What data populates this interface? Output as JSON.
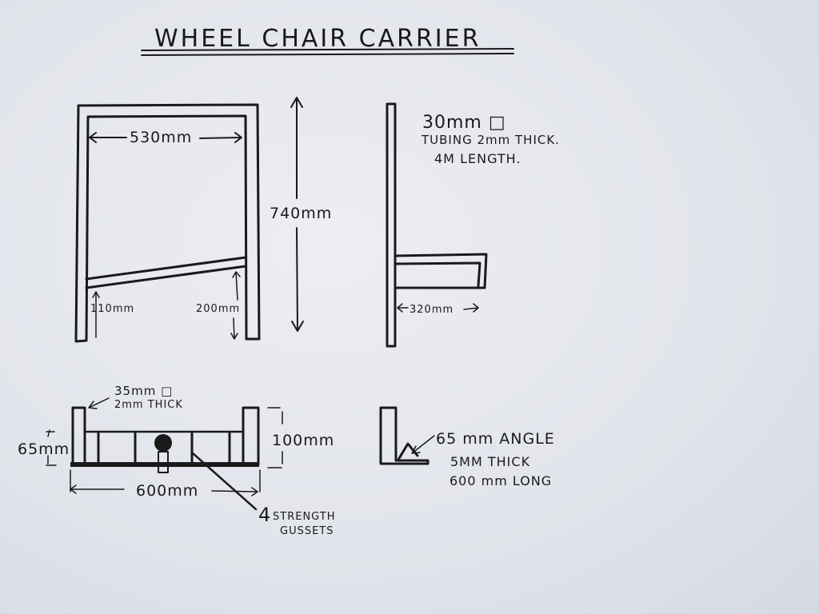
{
  "title": "WHEEL CHAIR CARRIER",
  "front_view": {
    "width_label": "530mm",
    "height_label": "740mm",
    "left_bar_height": "110mm",
    "right_bar_height": "200mm"
  },
  "side_view": {
    "tubing_size": "30mm □",
    "tubing_thickness": "TUBING 2mm THICK.",
    "tubing_length": "4M LENGTH.",
    "arm_length": "320mm"
  },
  "top_view": {
    "post_size": "35mm □",
    "post_thickness": "2mm THICK",
    "rail_height": "65mm",
    "post_height": "100mm",
    "width_label": "600mm",
    "gusset_count": "4",
    "gusset_label_1": "STRENGTH",
    "gusset_label_2": "GUSSETS"
  },
  "angle_detail": {
    "size": "65 mm ANGLE",
    "thickness": "5MM THICK",
    "length": "600 mm LONG"
  }
}
